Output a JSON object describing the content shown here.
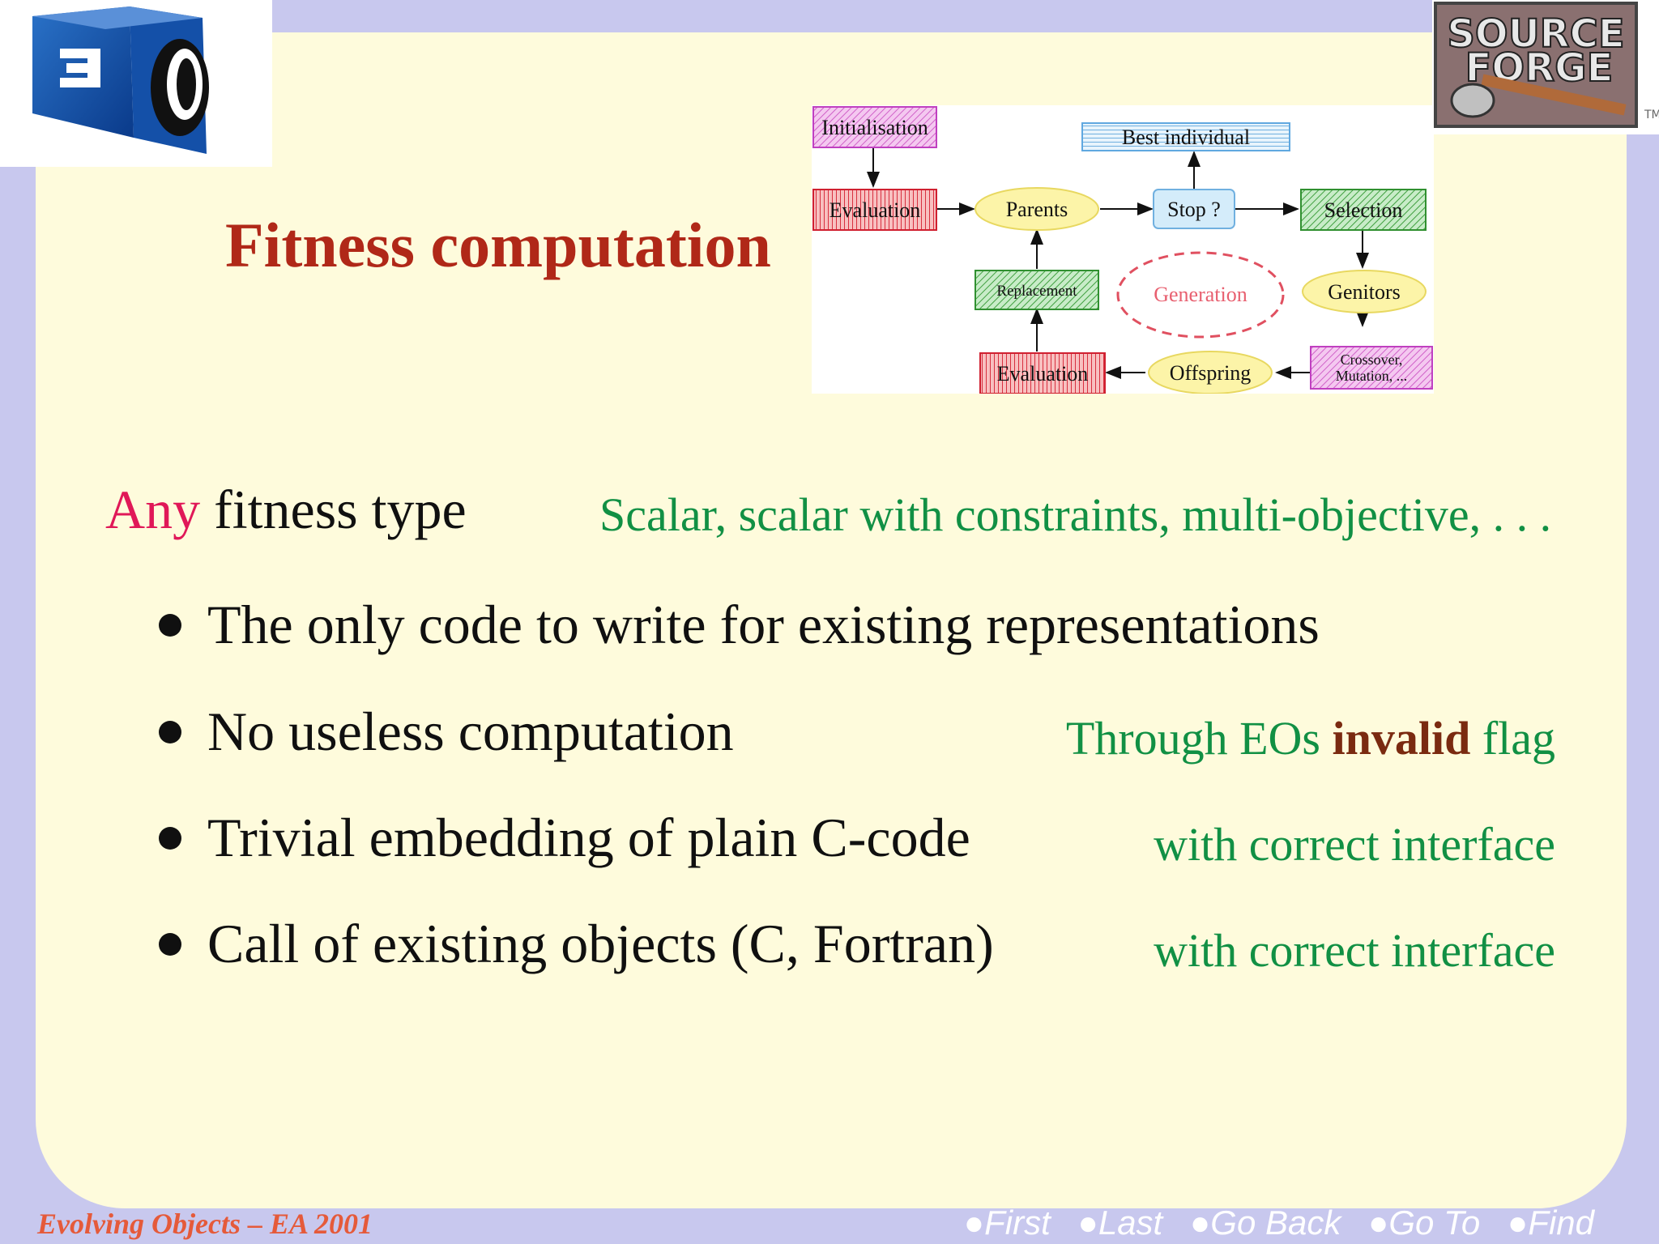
{
  "logos": {
    "left_icon": "eo-logo-icon",
    "right_icon": "sourceforge-logo-icon",
    "right_text_line1": "SOURCE",
    "right_text_line2": "FORGE",
    "right_tm": "TM"
  },
  "title": "Fitness computation",
  "diagram": {
    "initialisation": "Initialisation",
    "best_individual": "Best individual",
    "evaluation_top": "Evaluation",
    "parents": "Parents",
    "stop": "Stop ?",
    "selection": "Selection",
    "replacement": "Replacement",
    "generation": "Generation",
    "genitors": "Genitors",
    "evaluation_bottom": "Evaluation",
    "offspring": "Offspring",
    "crossover_line1": "Crossover,",
    "crossover_line2": "Mutation, ..."
  },
  "intro": {
    "accent": "Any",
    "rest": " fitness type",
    "note": "Scalar, scalar with constraints, multi-objective, . . ."
  },
  "bullets": [
    {
      "text": "The only code to write for existing representations"
    },
    {
      "text": "No useless computation",
      "note_pre": "Through EOs ",
      "note_bold": "invalid",
      "note_post": " flag"
    },
    {
      "text": "Trivial embedding of plain C-code",
      "note": "with correct interface"
    },
    {
      "text": "Call of existing objects (C, Fortran)",
      "note": "with correct interface"
    }
  ],
  "footer": {
    "left": "Evolving Objects – EA 2001",
    "nav": [
      "●First",
      "●Last",
      "●Go Back",
      "●Go To",
      "●Find"
    ]
  },
  "colors": {
    "title": "#b02818",
    "accent": "#e01858",
    "note": "#119044",
    "bold_note": "#7a2a10",
    "slide_bg": "#fefbdc",
    "frame": "#c8c8ee"
  }
}
